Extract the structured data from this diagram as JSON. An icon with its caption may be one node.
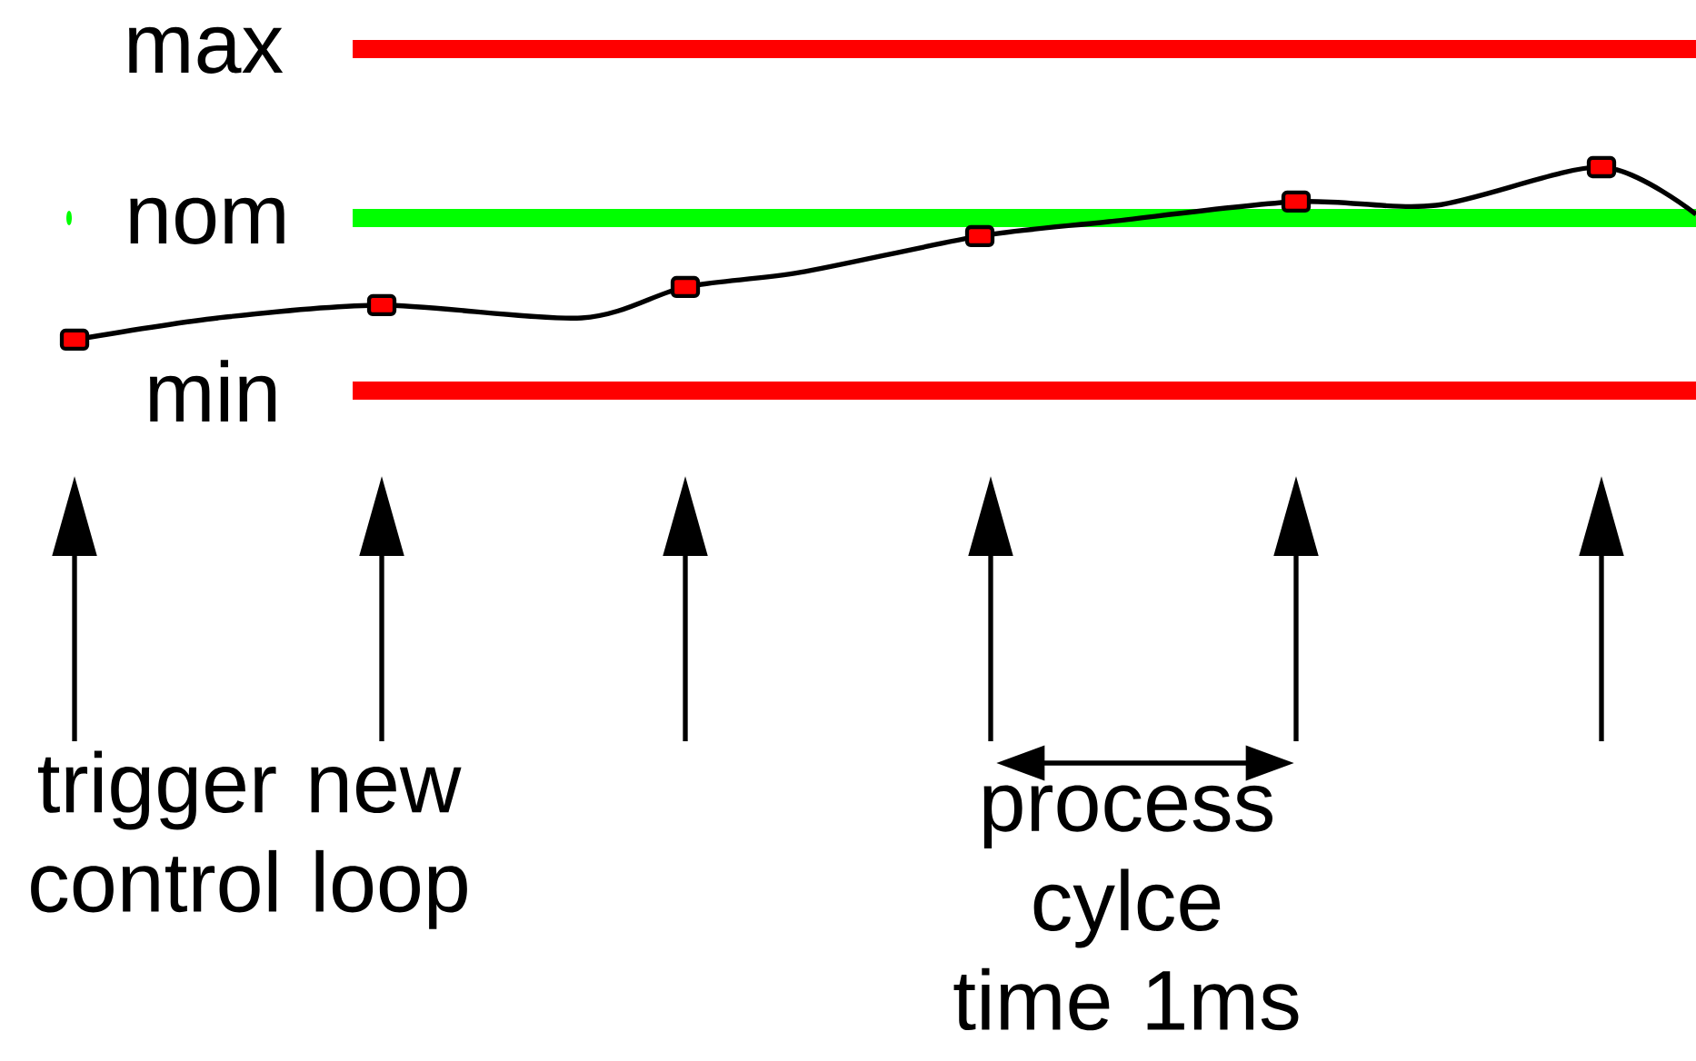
{
  "diagram": {
    "labels": [
      "max",
      "nom",
      "min",
      "trigger new control loop",
      "process cylce time 1ms"
    ]
  }
}
